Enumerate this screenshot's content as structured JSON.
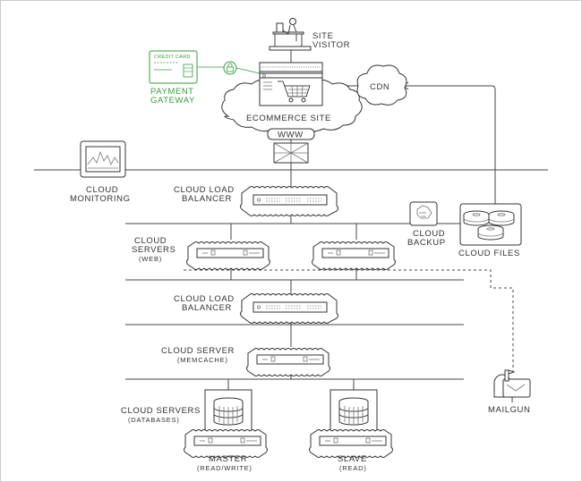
{
  "nodes": {
    "site_visitor": {
      "line1": "SITE",
      "line2": "VISITOR"
    },
    "payment_gateway": {
      "card_text": "CREDIT CARD",
      "line1": "PAYMENT",
      "line2": "GATEWAY"
    },
    "ecommerce_site": {
      "label": "ECOMMERCE SITE"
    },
    "cdn": {
      "label": "CDN"
    },
    "www": {
      "label": "WWW"
    },
    "cloud_monitoring": {
      "line1": "CLOUD",
      "line2": "MONITORING"
    },
    "cloud_load_balancer_1": {
      "line1": "CLOUD LOAD",
      "line2": "BALANCER"
    },
    "cloud_backup": {
      "line1": "CLOUD",
      "line2": "BACKUP"
    },
    "cloud_files": {
      "label": "CLOUD FILES"
    },
    "cloud_servers_web": {
      "line1": "CLOUD",
      "line2": "SERVERS",
      "line3": "(WEB)"
    },
    "cloud_load_balancer_2": {
      "line1": "CLOUD LOAD",
      "line2": "BALANCER"
    },
    "cloud_server_memcache": {
      "line1": "CLOUD SERVER",
      "line2": "(MEMCACHE)"
    },
    "cloud_servers_db": {
      "line1": "CLOUD SERVERS",
      "line2": "(DATABASES)"
    },
    "master": {
      "line1": "MASTER",
      "line2": "(READ/WRITE)"
    },
    "slave": {
      "line1": "SLAVE",
      "line2": "(READ)"
    },
    "mailgun": {
      "label": "MAILGUN"
    }
  },
  "colors": {
    "accent_green": "#3a9a3e",
    "ink": "#333333",
    "frame": "#cccccc"
  }
}
